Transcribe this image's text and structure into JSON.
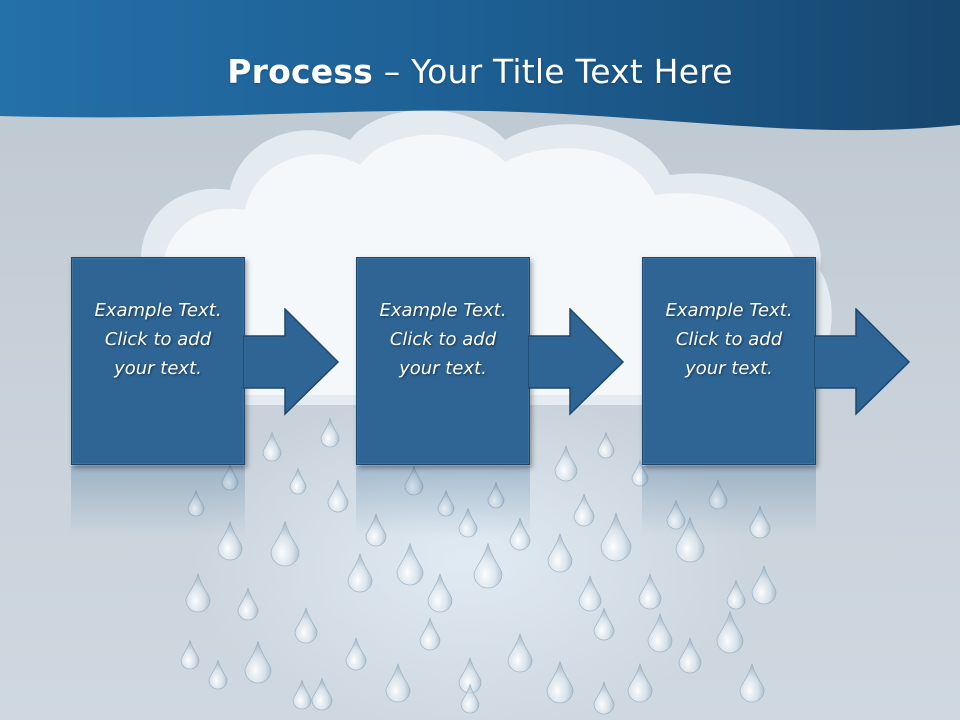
{
  "title": {
    "bold": "Process",
    "rest": " – Your Title Text Here"
  },
  "steps": [
    {
      "lines": [
        "Example Text.",
        "Click  to add",
        "your text."
      ]
    },
    {
      "lines": [
        "Example Text.",
        "Click  to add",
        "your text."
      ]
    },
    {
      "lines": [
        "Example Text.",
        "Click  to add",
        "your text."
      ]
    }
  ],
  "colors": {
    "header": "#1f5e8f",
    "box": "#2e6594",
    "box_border": "#1d466d",
    "background": "#c2ccd5",
    "cloud": "#f2f6f9"
  },
  "icons": [
    "cloud-icon",
    "raindrop-icon",
    "arrow-right-icon"
  ]
}
